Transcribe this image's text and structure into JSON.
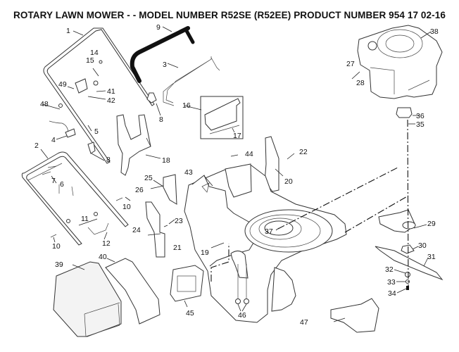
{
  "title": "ROTARY LAWN MOWER - - MODEL NUMBER R52SE (R52EE) PRODUCT NUMBER 954 17 02-16",
  "colors": {
    "ink": "#111111",
    "background": "#ffffff",
    "handle_grip": "#111111"
  },
  "parts": [
    {
      "id": "1",
      "label": "1",
      "name": "upper-handle"
    },
    {
      "id": "2",
      "label": "2",
      "name": "lower-handle"
    },
    {
      "id": "3",
      "label": "3",
      "name": "control-bail"
    },
    {
      "id": "4",
      "label": "4",
      "name": "cable-clip"
    },
    {
      "id": "5",
      "label": "5",
      "name": "screw"
    },
    {
      "id": "6",
      "label": "6",
      "name": "u-bolt"
    },
    {
      "id": "7",
      "label": "7",
      "name": "bolts"
    },
    {
      "id": "8a",
      "label": "8",
      "name": "handle-knob-upper"
    },
    {
      "id": "8b",
      "label": "8",
      "name": "handle-knob-lower"
    },
    {
      "id": "9",
      "label": "9",
      "name": "handle-grip"
    },
    {
      "id": "10a",
      "label": "10",
      "name": "bolt-left"
    },
    {
      "id": "10b",
      "label": "10",
      "name": "bolt-right"
    },
    {
      "id": "11",
      "label": "11",
      "name": "nut"
    },
    {
      "id": "12",
      "label": "12",
      "name": "height-adjuster-link"
    },
    {
      "id": "14",
      "label": "14",
      "name": "cable-tie"
    },
    {
      "id": "15",
      "label": "15",
      "name": "small-screw"
    },
    {
      "id": "16",
      "label": "16",
      "name": "instruction-panel"
    },
    {
      "id": "17",
      "label": "17",
      "name": "decal"
    },
    {
      "id": "18",
      "label": "18",
      "name": "handle-bracket-cover"
    },
    {
      "id": "19",
      "label": "19",
      "name": "deck-side"
    },
    {
      "id": "20",
      "label": "20",
      "name": "height-adjust-bracket-right"
    },
    {
      "id": "21",
      "label": "21",
      "name": "height-adjust-bracket-left"
    },
    {
      "id": "22",
      "label": "22",
      "name": "screws-right"
    },
    {
      "id": "23",
      "label": "23",
      "name": "screw-left"
    },
    {
      "id": "24",
      "label": "24",
      "name": "pin"
    },
    {
      "id": "25",
      "label": "25",
      "name": "wheel-cover"
    },
    {
      "id": "26",
      "label": "26",
      "name": "wheel-screw"
    },
    {
      "id": "27",
      "label": "27",
      "name": "engine-screw"
    },
    {
      "id": "28",
      "label": "28",
      "name": "washer"
    },
    {
      "id": "29",
      "label": "29",
      "name": "fan-adapter"
    },
    {
      "id": "30",
      "label": "30",
      "name": "blade-adapter"
    },
    {
      "id": "31",
      "label": "31",
      "name": "blade"
    },
    {
      "id": "32",
      "label": "32",
      "name": "blade-washer"
    },
    {
      "id": "33",
      "label": "33",
      "name": "lock-washer"
    },
    {
      "id": "34",
      "label": "34",
      "name": "blade-bolt"
    },
    {
      "id": "35",
      "label": "35",
      "name": "grommet-screw"
    },
    {
      "id": "36",
      "label": "36",
      "name": "grommet"
    },
    {
      "id": "37",
      "label": "37",
      "name": "deck-bolt"
    },
    {
      "id": "38",
      "label": "38",
      "name": "engine"
    },
    {
      "id": "39",
      "label": "39",
      "name": "grass-bag"
    },
    {
      "id": "40",
      "label": "40",
      "name": "bag-frame-cover"
    },
    {
      "id": "41",
      "label": "41",
      "name": "cable-fitting"
    },
    {
      "id": "42",
      "label": "42",
      "name": "control-housing"
    },
    {
      "id": "43",
      "label": "43",
      "name": "mower-deck"
    },
    {
      "id": "44",
      "label": "44",
      "name": "deck-screw"
    },
    {
      "id": "45",
      "label": "45",
      "name": "rear-flap"
    },
    {
      "id": "46",
      "label": "46",
      "name": "nuts"
    },
    {
      "id": "47",
      "label": "47",
      "name": "mulch-plug"
    },
    {
      "id": "48",
      "label": "48",
      "name": "handle-nut"
    },
    {
      "id": "49",
      "label": "49",
      "name": "cable-screw"
    }
  ]
}
